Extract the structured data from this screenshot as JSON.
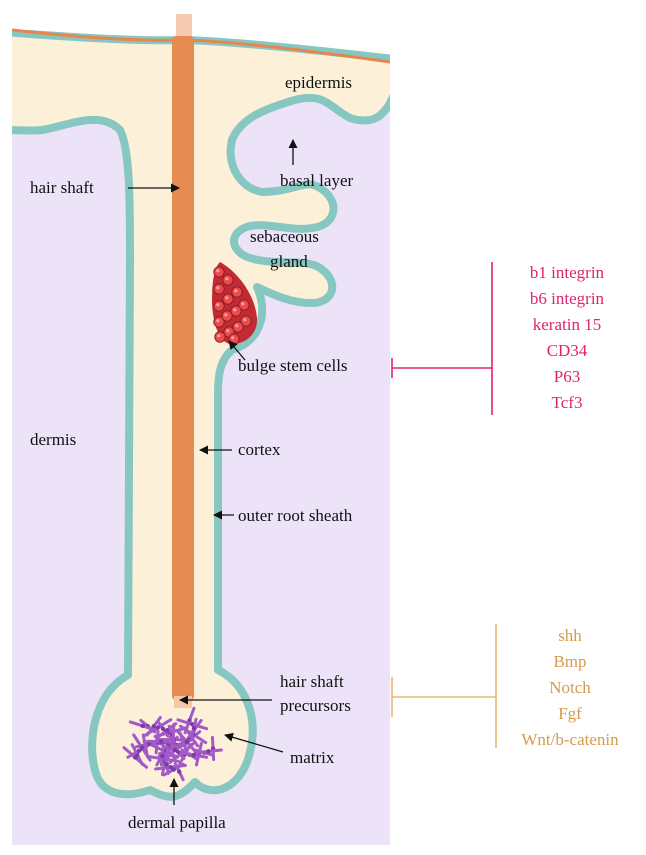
{
  "labels": {
    "epidermis": "epidermis",
    "basal_layer": "basal layer",
    "hair_shaft": "hair shaft",
    "sebaceous_line1": "sebaceous",
    "sebaceous_line2": "gland",
    "bulge_stem_cells": "bulge stem cells",
    "dermis": "dermis",
    "cortex": "cortex",
    "outer_root_sheath": "outer root sheath",
    "precursors_line1": "hair shaft",
    "precursors_line2": "precursors",
    "matrix": "matrix",
    "dermal_papilla": "dermal papilla"
  },
  "stem_cell_markers": [
    "b1 integrin",
    "b6 integrin",
    "keratin 15",
    "CD34",
    "P63",
    "Tcf3"
  ],
  "signaling_factors": [
    "shh",
    "Bmp",
    "Notch",
    "Fgf",
    "Wnt/b-catenin"
  ],
  "colors": {
    "dermis": "#ece3f8",
    "tissue": "#fdf0d8",
    "sheath": "#86c7c2",
    "hair": "#e68c52",
    "skin_surface": "#e6864f",
    "stem_cells": "#d8333b",
    "papilla": "#a25ac8",
    "marker_bracket": "#e0236f",
    "factor_bracket": "#e8b572"
  }
}
